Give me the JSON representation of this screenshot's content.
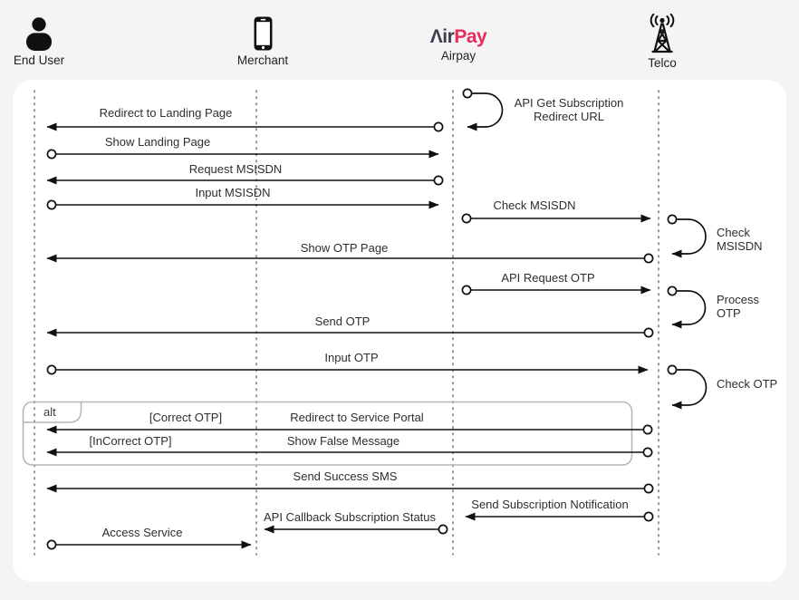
{
  "page": {
    "background": "#f4f4f5",
    "card_background": "#ffffff"
  },
  "colors": {
    "logo_dark": "#3f3e4e",
    "logo_pink": "#ea2a5a",
    "arrow_line": "#111111",
    "lifeline": "#858589",
    "frame_border": "#b4b4b9",
    "label_text": "#2e2e2e"
  },
  "actors": {
    "end_user": {
      "label": "End User",
      "icon": "person-icon"
    },
    "merchant": {
      "label": "Merchant",
      "icon": "smartphone-icon"
    },
    "airpay": {
      "label": "Airpay",
      "logo_air": "Λir",
      "logo_pay": "Pay"
    },
    "telco": {
      "label": "Telco",
      "icon": "radio-tower-icon"
    }
  },
  "messages": {
    "api_get_subscription": {
      "label": "API Get Subscription Redirect URL",
      "from": "Airpay",
      "to": "Airpay"
    },
    "redirect_landing": {
      "label": "Redirect to Landing Page",
      "from": "Airpay",
      "to": "End User"
    },
    "show_landing": {
      "label": "Show Landing Page",
      "from": "End User",
      "to": "Airpay"
    },
    "request_msisdn": {
      "label": "Request MSISDN",
      "from": "Airpay",
      "to": "End User"
    },
    "input_msisdn": {
      "label": "Input MSISDN",
      "from": "End User",
      "to": "Airpay"
    },
    "check_msisdn": {
      "label": "Check MSISDN",
      "from": "Airpay",
      "to": "Telco"
    },
    "check_msisdn_self": {
      "label": "Check MSISDN",
      "from": "Telco",
      "to": "Telco"
    },
    "show_otp_page": {
      "label": "Show OTP Page",
      "from": "Telco",
      "to": "End User"
    },
    "api_request_otp": {
      "label": "API Request OTP",
      "from": "Airpay",
      "to": "Telco"
    },
    "process_otp_self": {
      "label": "Process OTP",
      "from": "Telco",
      "to": "Telco"
    },
    "send_otp": {
      "label": "Send OTP",
      "from": "Telco",
      "to": "End User"
    },
    "input_otp": {
      "label": "Input OTP",
      "from": "End User",
      "to": "Telco"
    },
    "check_otp_self": {
      "label": "Check OTP",
      "from": "Telco",
      "to": "Telco"
    },
    "redirect_service_portal": {
      "label": "Redirect to Service Portal",
      "from": "Telco",
      "to": "End User"
    },
    "show_false_message": {
      "label": "Show False Message",
      "from": "Telco",
      "to": "End User"
    },
    "send_success_sms": {
      "label": "Send Success SMS",
      "from": "Telco",
      "to": "End User"
    },
    "send_subscription_notification": {
      "label": "Send Subscription Notification",
      "from": "Telco",
      "to": "Airpay"
    },
    "api_callback_status": {
      "label": "API Callback Subscription Status",
      "from": "Airpay",
      "to": "Merchant"
    },
    "access_service": {
      "label": "Access Service",
      "from": "End User",
      "to": "Merchant"
    }
  },
  "alt_frame": {
    "label": "alt",
    "guard_correct": "[Correct OTP]",
    "guard_incorrect": "[InCorrect OTP]"
  }
}
